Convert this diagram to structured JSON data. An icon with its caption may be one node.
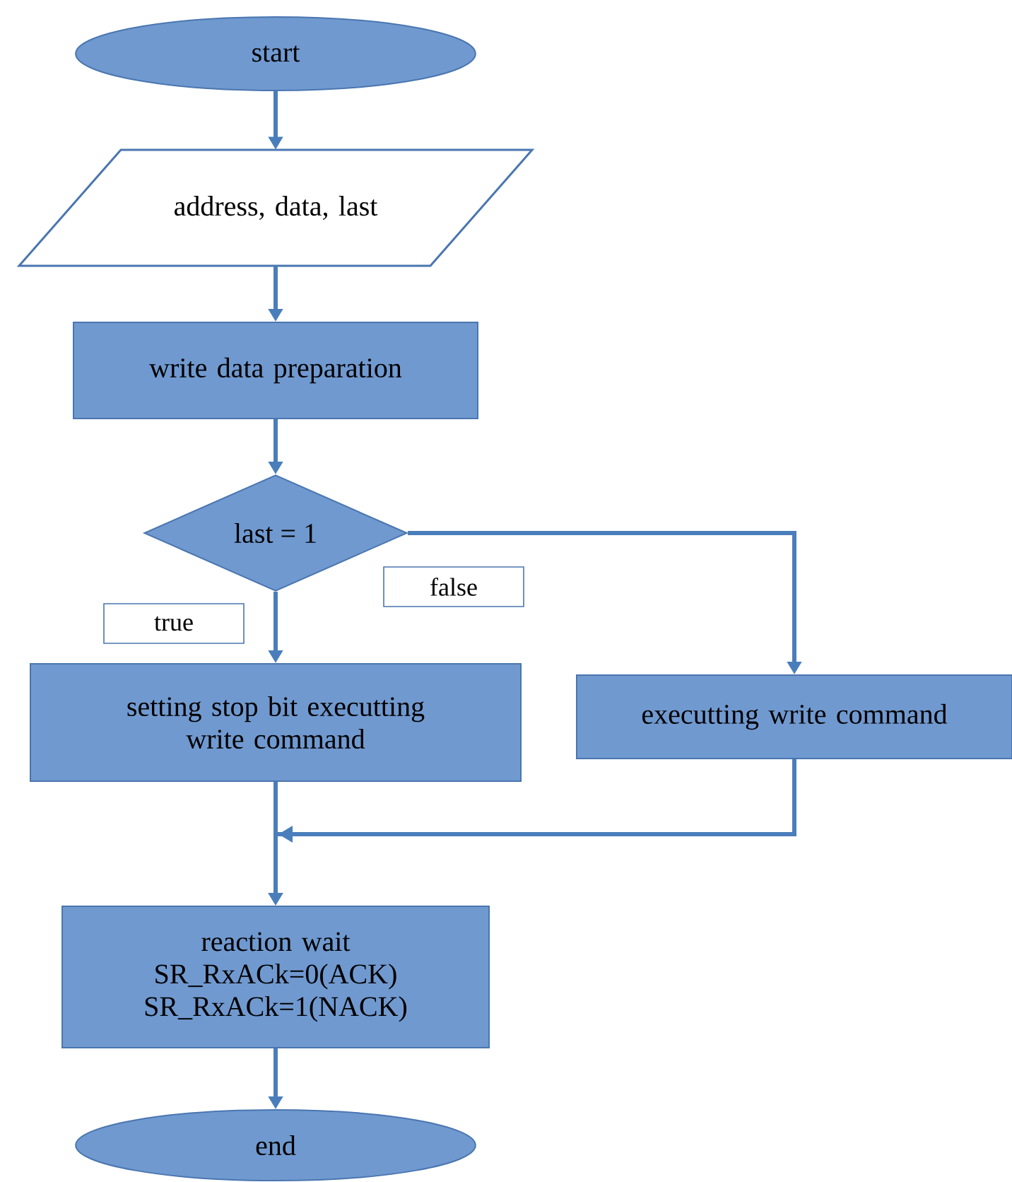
{
  "diagram": {
    "nodes": [
      {
        "text": [
          "start"
        ]
      },
      {
        "text": [
          "address, data, last"
        ]
      },
      {
        "text": [
          "write data preparation"
        ]
      },
      {
        "text": [
          "last = 1"
        ]
      },
      {
        "text": [
          "setting stop bit executting write command"
        ]
      },
      {
        "text": [
          "executting write command"
        ]
      },
      {
        "text": [
          "reaction wait SR_RxACk=0(ACK) SR_RxACk=1(NACK)"
        ]
      },
      {
        "text": [
          "end"
        ]
      }
    ],
    "edges": [
      {
        "from": 0,
        "to": 1,
        "arrow": "to"
      },
      {
        "from": 1,
        "to": 2,
        "arrow": "to"
      },
      {
        "from": 2,
        "to": 3,
        "arrow": "to"
      },
      {
        "from": 3,
        "to": 4,
        "arrow": "to",
        "label": "true"
      },
      {
        "from": 3,
        "to": 5,
        "arrow": "to",
        "label": "false"
      },
      {
        "from": 4,
        "to": 6,
        "arrow": "to"
      },
      {
        "from": 5,
        "to": 6,
        "arrow": "to"
      },
      {
        "from": 6,
        "to": 7,
        "arrow": "to"
      }
    ]
  }
}
